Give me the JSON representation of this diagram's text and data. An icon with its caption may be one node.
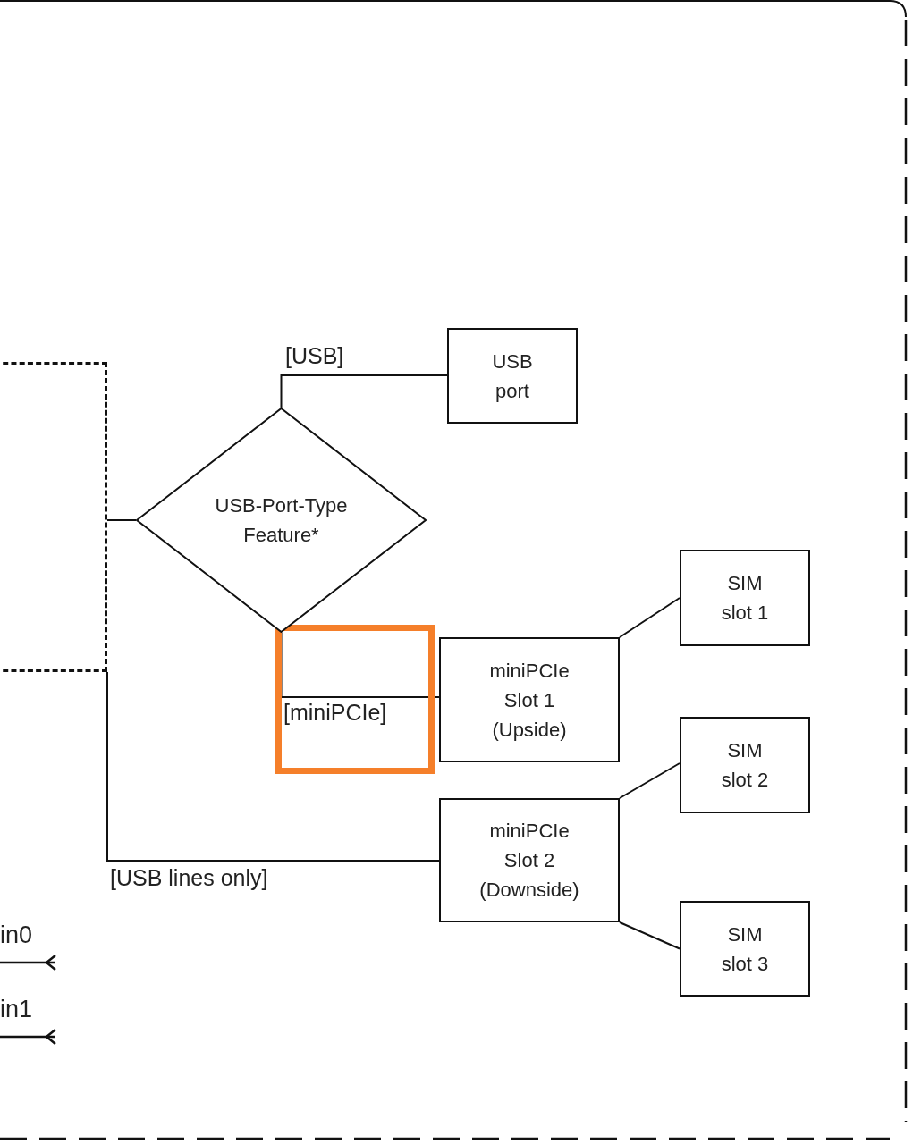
{
  "diagram": {
    "nodes": [
      {
        "text": [],
        "shape": "box"
      },
      {
        "text": [
          "USB-Port-Type Feature*"
        ]
      },
      {
        "text": [
          "USB port"
        ]
      },
      {
        "text": [
          "miniPCIe Slot 1 (Upside)"
        ]
      },
      {
        "text": [
          "miniPCIe Slot 2 (Downside)"
        ]
      },
      {
        "text": [
          "SIM slot 1"
        ]
      },
      {
        "text": [
          "SIM slot 2"
        ]
      },
      {
        "text": [
          "SIM slot 3"
        ]
      }
    ],
    "edges": [
      {
        "from": 0,
        "to": 1,
        "arrow": "none"
      },
      {
        "from": 1,
        "to": 2,
        "arrow": "none",
        "label": "[USB]"
      },
      {
        "from": 1,
        "to": 3,
        "arrow": "none",
        "label": "[miniPCIe]"
      },
      {
        "from": 0,
        "to": 4,
        "arrow": "none",
        "label": "[USB lines only]"
      },
      {
        "from": 3,
        "to": 5,
        "arrow": "none"
      },
      {
        "from": 4,
        "to": 6,
        "arrow": "none"
      },
      {
        "from": 4,
        "to": 7,
        "arrow": "none"
      }
    ],
    "labels": [
      "in0",
      "in1"
    ]
  }
}
